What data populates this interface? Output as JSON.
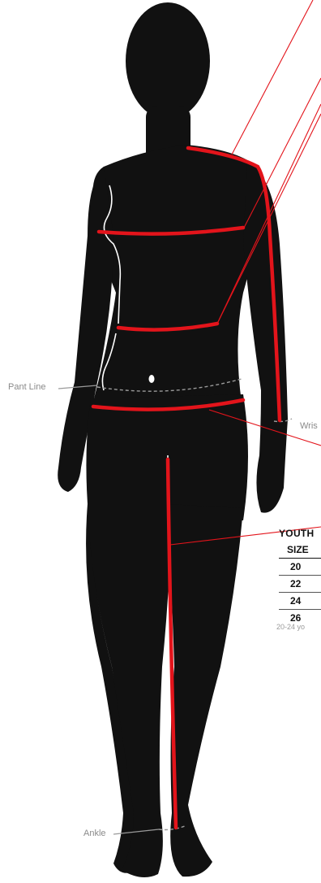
{
  "labels": {
    "pant_line": "Pant Line",
    "wrist": "Wris",
    "ankle": "Ankle"
  },
  "size_table": {
    "title": "YOUTH",
    "column_header": "SIZE",
    "sizes": [
      "20",
      "22",
      "24",
      "26"
    ],
    "note": "20-24 yo"
  },
  "colors": {
    "silhouette": "#111111",
    "measurement_line": "#e3141b",
    "leader_line": "#e3141b",
    "dashed_line": "#9a9a9a",
    "body_outline": "#ffffff"
  }
}
